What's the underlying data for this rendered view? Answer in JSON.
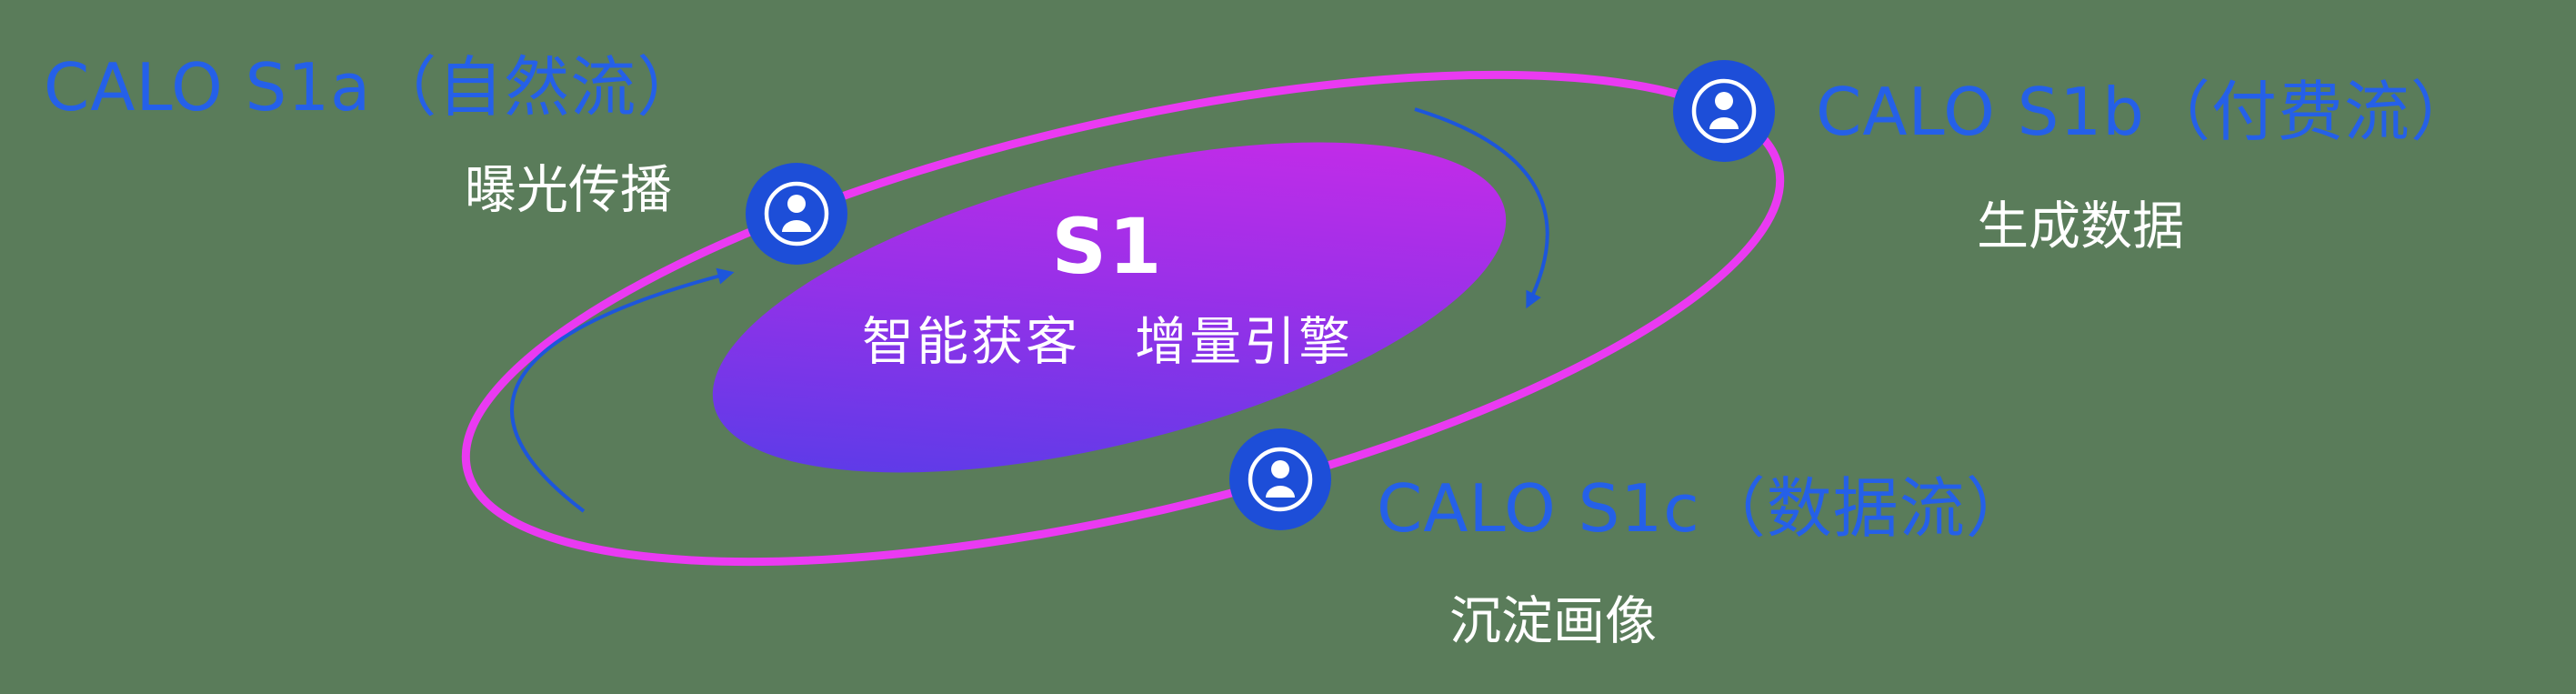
{
  "canvas": {
    "background_color": "#5a7c5a"
  },
  "core": {
    "title": "S1",
    "subtitle": "智能获客　增量引擎",
    "gradient_start": "#4a3fe8",
    "gradient_end": "#d42ae8"
  },
  "orbit": {
    "ring_color": "#ea3af2",
    "arrow_color": "#1d56db"
  },
  "nodes": [
    {
      "id": "s1a",
      "label": "CALO S1a（自然流）",
      "sublabel": "曝光传播",
      "icon": "user-circle-icon"
    },
    {
      "id": "s1b",
      "label": "CALO S1b（付费流）",
      "sublabel": "生成数据",
      "icon": "user-circle-icon"
    },
    {
      "id": "s1c",
      "label": "CALO S1c（数据流）",
      "sublabel": "沉淀画像",
      "icon": "user-circle-icon"
    }
  ],
  "colors": {
    "label_blue": "#2560e8",
    "sublabel_white": "#ffffff",
    "node_fill": "#1d4ed8",
    "node_glyph": "#ffffff"
  }
}
